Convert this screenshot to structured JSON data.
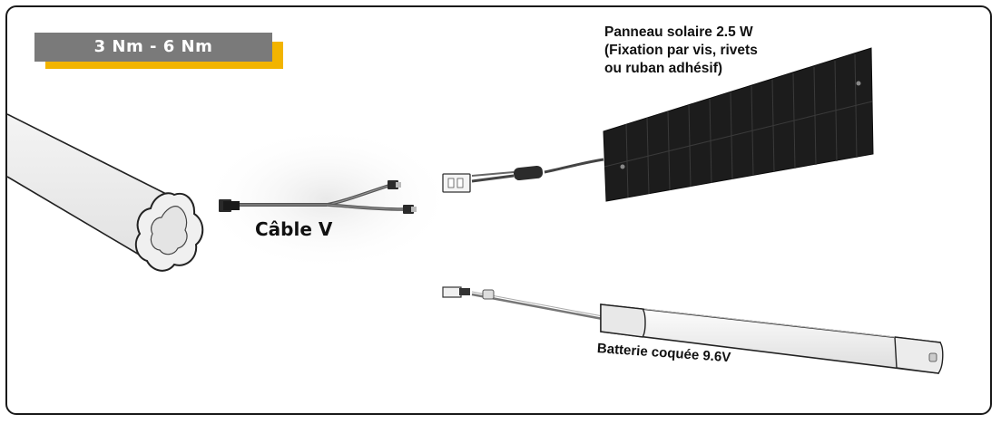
{
  "badge": {
    "text": "3 Nm - 6 Nm"
  },
  "solar_panel": {
    "lines": [
      "Panneau solaire 2.5 W",
      "(Fixation par vis, rivets",
      "ou ruban adhésif)"
    ]
  },
  "cable": {
    "label": "Câble V"
  },
  "battery": {
    "label": "Batterie coquée 9.6V"
  },
  "colors": {
    "badge_bg": "#7a7a7a",
    "badge_accent": "#f2b400",
    "panel": "#1c1c1c"
  }
}
